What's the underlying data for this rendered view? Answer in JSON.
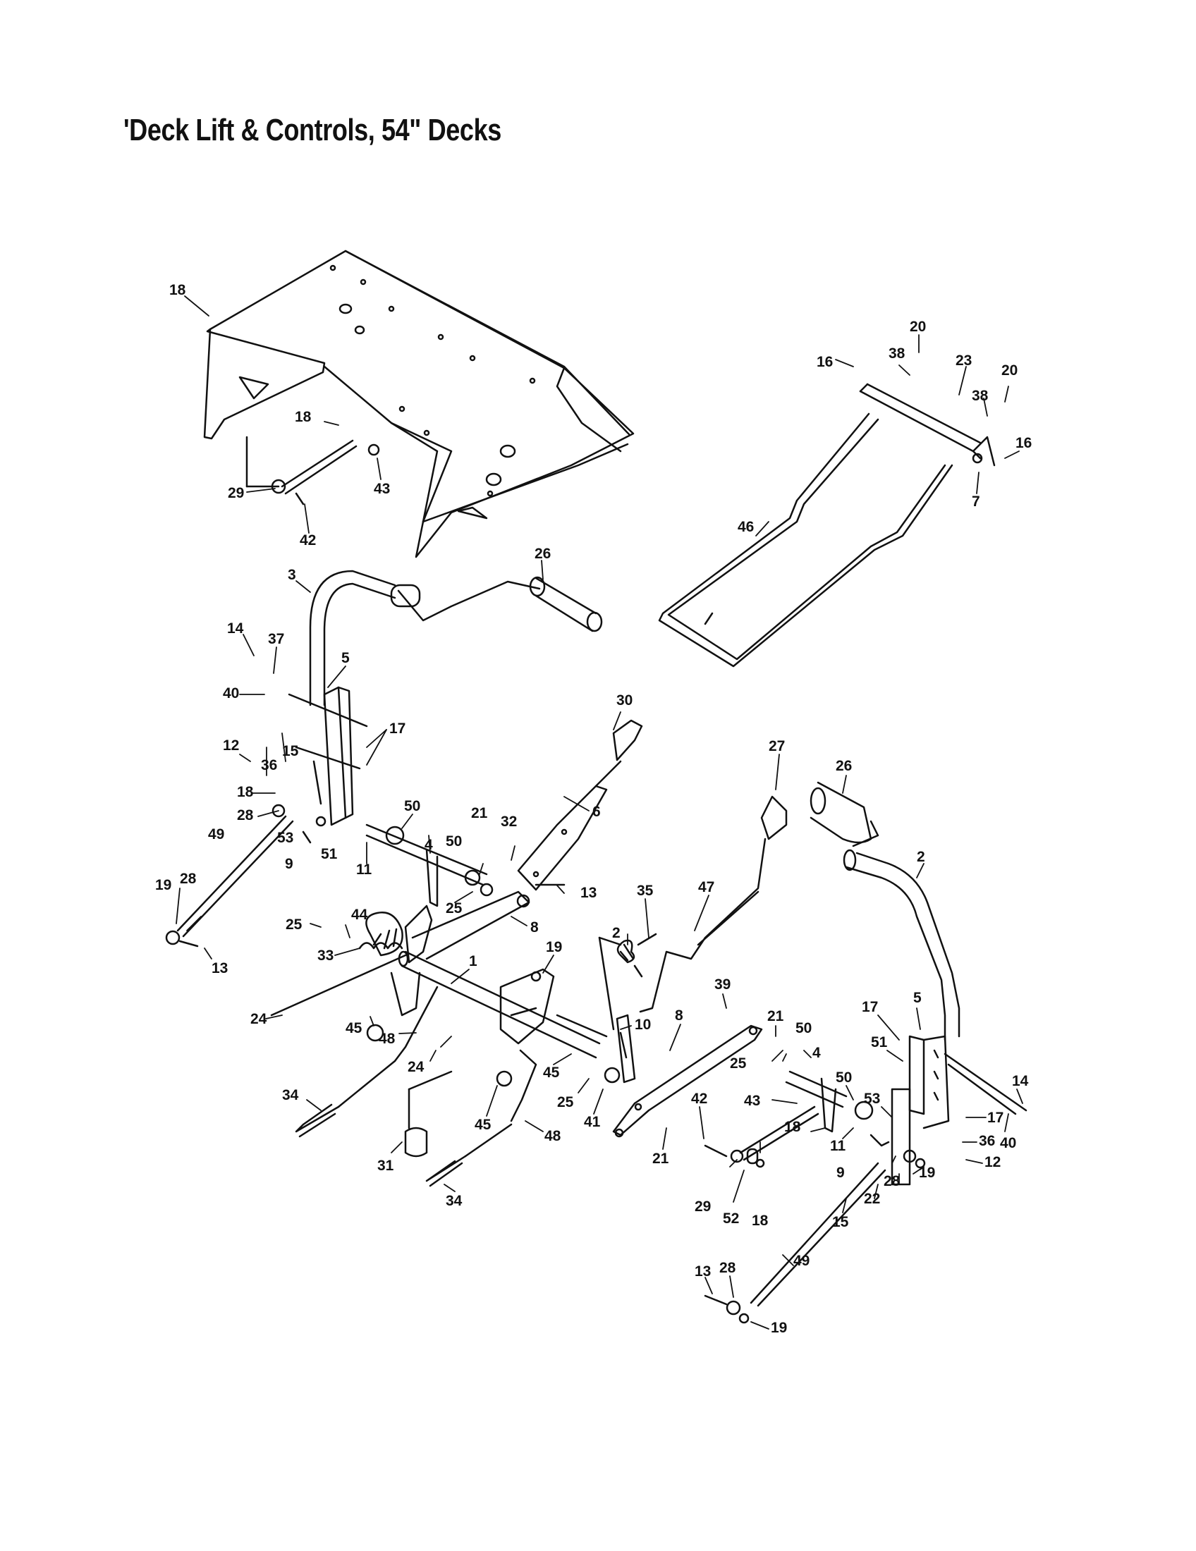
{
  "title": "'Deck Lift & Controls, 54\" Decks",
  "callouts": [
    "18",
    "18",
    "43",
    "29",
    "42",
    "20",
    "38",
    "16",
    "23",
    "20",
    "38",
    "16",
    "7",
    "46",
    "26",
    "3",
    "14",
    "37",
    "5",
    "40",
    "17",
    "12",
    "36",
    "15",
    "18",
    "28",
    "53",
    "9",
    "51",
    "49",
    "50",
    "4",
    "11",
    "21",
    "32",
    "13",
    "50",
    "25",
    "30",
    "6",
    "19",
    "28",
    "13",
    "25",
    "44",
    "33",
    "8",
    "24",
    "45",
    "48",
    "1",
    "19",
    "10",
    "24",
    "45",
    "34",
    "48",
    "31",
    "34",
    "35",
    "2",
    "47",
    "27",
    "26",
    "2",
    "45",
    "25",
    "41",
    "8",
    "21",
    "39",
    "21",
    "50",
    "25",
    "4",
    "43",
    "42",
    "29",
    "52",
    "18",
    "18",
    "50",
    "11",
    "17",
    "5",
    "51",
    "53",
    "14",
    "17",
    "40",
    "36",
    "12",
    "19",
    "9",
    "28",
    "22",
    "15",
    "13",
    "28",
    "49",
    "19"
  ]
}
